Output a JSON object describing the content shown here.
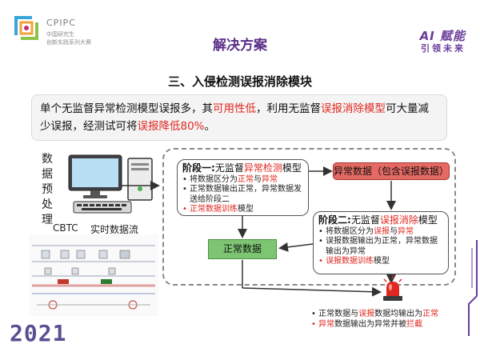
{
  "header": {
    "logo_main": "CPIPC",
    "logo_sub1": "中国研究生",
    "logo_sub2": "创新实践系列大赛",
    "title": "解决方案",
    "slogan_line1": "AI 赋能",
    "slogan_line2": "引领未来"
  },
  "section_title": "三、入侵检测误报消除模块",
  "summary": {
    "part1": "单个无监督异常检测模型误报多，其",
    "hl1": "可用性低",
    "part2": "，利用无监督",
    "hl2": "误报消除模型",
    "part3": "可大量减少误报，经测试可将",
    "hl3": "误报降低80%",
    "part4": "。"
  },
  "left_panel": {
    "vertical_label": [
      "数",
      "据",
      "预",
      "处",
      "理"
    ],
    "cbtc_label": "CBTC",
    "stream_label": "实时数据流"
  },
  "stage1": {
    "head": "阶段一:",
    "title_pre": "无监督",
    "title_hl": "异常检测",
    "title_post": "模型",
    "b1_pre": "将数据区分为",
    "b1_hl1": "正常",
    "b1_mid": "与",
    "b1_hl2": "异常",
    "b2": "正常数据输出正常，异常数据发送给阶段二",
    "b3_hl": "正常数据训练",
    "b3_post": "模型"
  },
  "abnormal_box": "异常数据（包含误报数据）",
  "normal_box": "正常数据",
  "stage2": {
    "head": "阶段二:",
    "title_pre": "无监督",
    "title_hl": "误报消除",
    "title_post": "模型",
    "b1_pre": "将数据区分为",
    "b1_hl1": "误报",
    "b1_mid": "与",
    "b1_hl2": "异常",
    "b2": "误报数据输出为正常，异常数据输出为异常",
    "b3_hl": "误报数据训练",
    "b3_post": "模型"
  },
  "result": {
    "l1_pre": "正常数据与",
    "l1_hl1": "误报",
    "l1_mid": "数据均输出为",
    "l1_hl2": "正常",
    "l2_hl1": "异常",
    "l2_mid": "数据输出为异常并被",
    "l2_hl2": "拦截"
  },
  "year": "2021",
  "colors": {
    "accent_purple": "#5a2e88",
    "highlight_red": "#e1271f",
    "abnormal_fill": "#e56a63",
    "normal_fill": "#7dc572"
  },
  "chart_data": {
    "type": "flowchart",
    "title": "三、入侵检测误报消除模块",
    "nodes": [
      {
        "id": "input",
        "label": "数据预处理"
      },
      {
        "id": "stage1",
        "label": "阶段一: 无监督异常检测模型"
      },
      {
        "id": "abnormal",
        "label": "异常数据（包含误报数据）"
      },
      {
        "id": "normal",
        "label": "正常数据"
      },
      {
        "id": "stage2",
        "label": "阶段二: 无监督误报消除模型"
      },
      {
        "id": "output",
        "label": "报警拦截"
      }
    ],
    "edges": [
      {
        "from": "input",
        "to": "stage1"
      },
      {
        "from": "stage1",
        "to": "abnormal"
      },
      {
        "from": "stage1",
        "to": "normal"
      },
      {
        "from": "abnormal",
        "to": "stage2"
      },
      {
        "from": "stage2",
        "to": "normal"
      },
      {
        "from": "normal",
        "to": "output"
      }
    ]
  }
}
